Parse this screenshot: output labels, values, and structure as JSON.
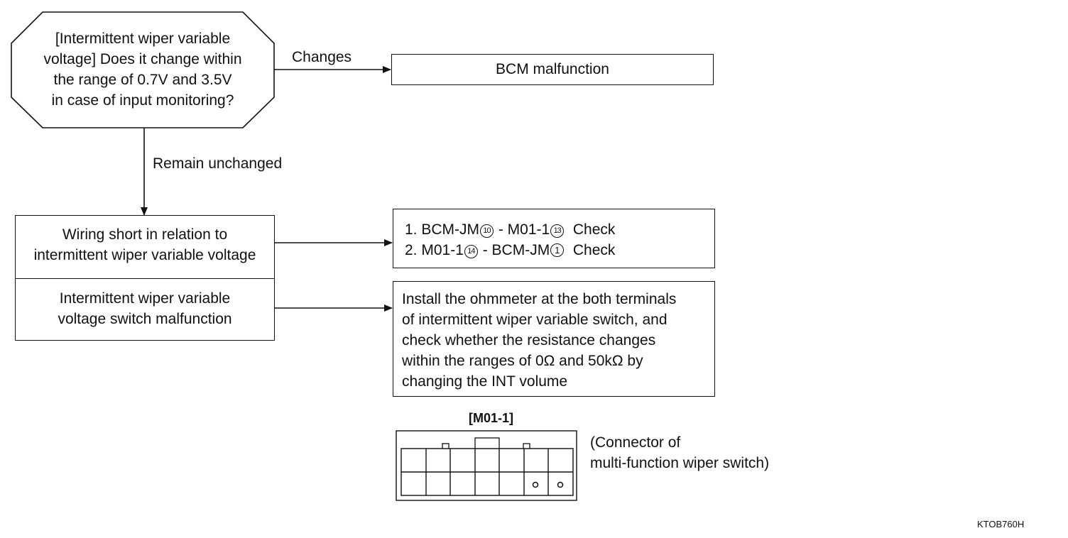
{
  "decision": {
    "lines": [
      "[Intermittent wiper variable",
      "voltage] Does it change within",
      "the range of 0.7V and 3.5V",
      "in case of input monitoring?"
    ]
  },
  "edges": {
    "changes": "Changes",
    "remain_unchanged": "Remain unchanged"
  },
  "result_bcm": "BCM malfunction",
  "causes": {
    "wiring_short": [
      "Wiring short in relation to",
      "intermittent wiper variable voltage"
    ],
    "switch_malfunction": [
      "Intermittent wiper variable",
      "voltage switch malfunction"
    ]
  },
  "checks": {
    "line1": {
      "prefix": "1. BCM-JM",
      "pin_a": "10",
      "mid": " - M01-1",
      "pin_b": "13",
      "suffix": "  Check"
    },
    "line2": {
      "prefix": "2. M01-1",
      "pin_a": "14",
      "mid": " - BCM-JM",
      "pin_b": "1",
      "suffix": "  Check"
    }
  },
  "ohmmeter": {
    "lines": [
      "Install the ohmmeter at the both terminals",
      "of intermittent wiper variable switch, and",
      "check whether the resistance changes",
      "within the ranges of 0Ω and 50kΩ by",
      "changing the INT volume"
    ]
  },
  "connector": {
    "title": "[M01-1]",
    "caption": [
      "(Connector of",
      "multi-function wiper switch)"
    ]
  },
  "figure_code": "KTOB760H"
}
